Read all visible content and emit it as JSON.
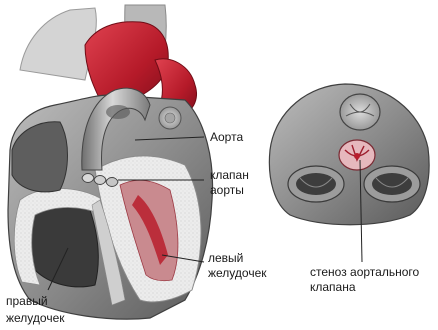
{
  "labels": {
    "aorta": "Аорта",
    "valve_line1": "клапан",
    "valve_line2": "аорты",
    "left_ventricle_line1": "левый",
    "left_ventricle_line2": "желудочек",
    "right_ventricle_line1": "правый",
    "right_ventricle_line2": "желудочек",
    "stenosis_line1": "стеноз аортального",
    "stenosis_line2": "клапана"
  },
  "colors": {
    "muscle_gray": "#8a8a8a",
    "muscle_dark": "#4a4a4a",
    "aorta_red": "#c8202e",
    "vessel_red": "#b0182a",
    "tissue_light": "#e9e9e9",
    "leader_line": "#222222"
  }
}
